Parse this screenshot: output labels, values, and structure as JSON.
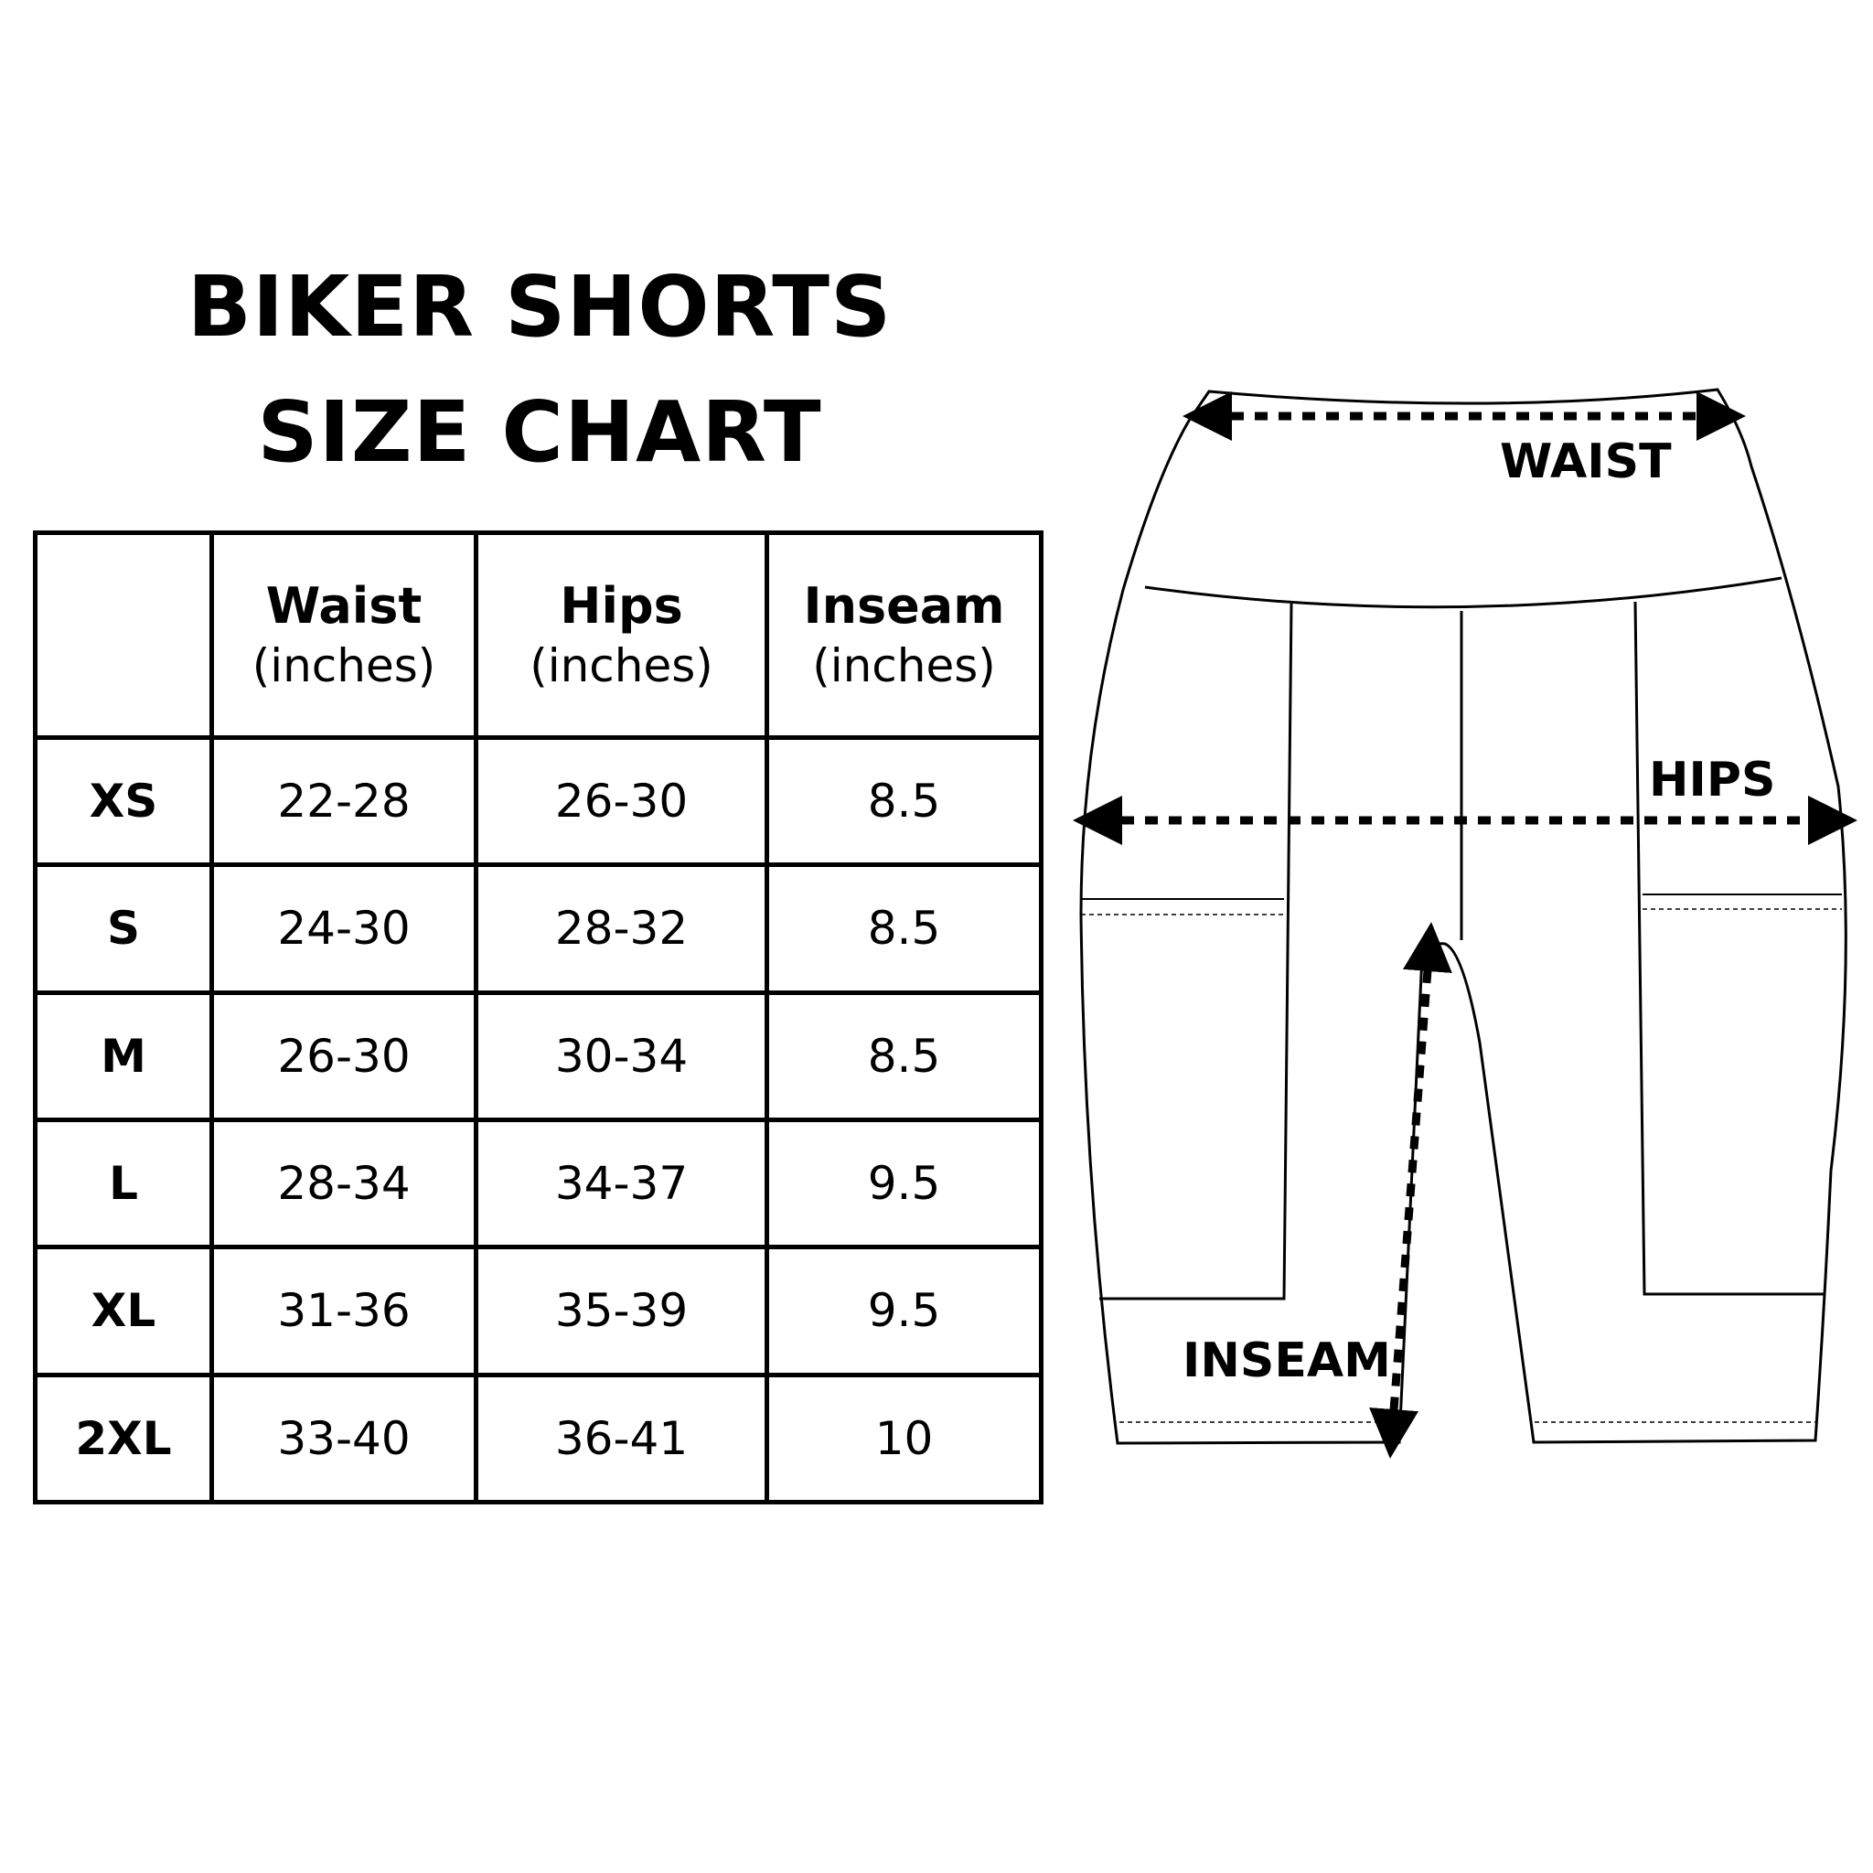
{
  "title": {
    "line1": "BIKER SHORTS",
    "line2": "SIZE CHART"
  },
  "table": {
    "columns": [
      {
        "name": "Waist",
        "unit": "(inches)"
      },
      {
        "name": "Hips",
        "unit": "(inches)"
      },
      {
        "name": "Inseam",
        "unit": "(inches)"
      }
    ],
    "rows": [
      {
        "size": "XS",
        "waist": "22-28",
        "hips": "26-30",
        "inseam": "8.5"
      },
      {
        "size": "S",
        "waist": "24-30",
        "hips": "28-32",
        "inseam": "8.5"
      },
      {
        "size": "M",
        "waist": "26-30",
        "hips": "30-34",
        "inseam": "8.5"
      },
      {
        "size": "L",
        "waist": "28-34",
        "hips": "34-37",
        "inseam": "9.5"
      },
      {
        "size": "XL",
        "waist": "31-36",
        "hips": "35-39",
        "inseam": "9.5"
      },
      {
        "size": "2XL",
        "waist": "33-40",
        "hips": "36-41",
        "inseam": "10"
      }
    ]
  },
  "diagram": {
    "waist_label": "WAIST",
    "hips_label": "HIPS",
    "inseam_label": "INSEAM"
  }
}
